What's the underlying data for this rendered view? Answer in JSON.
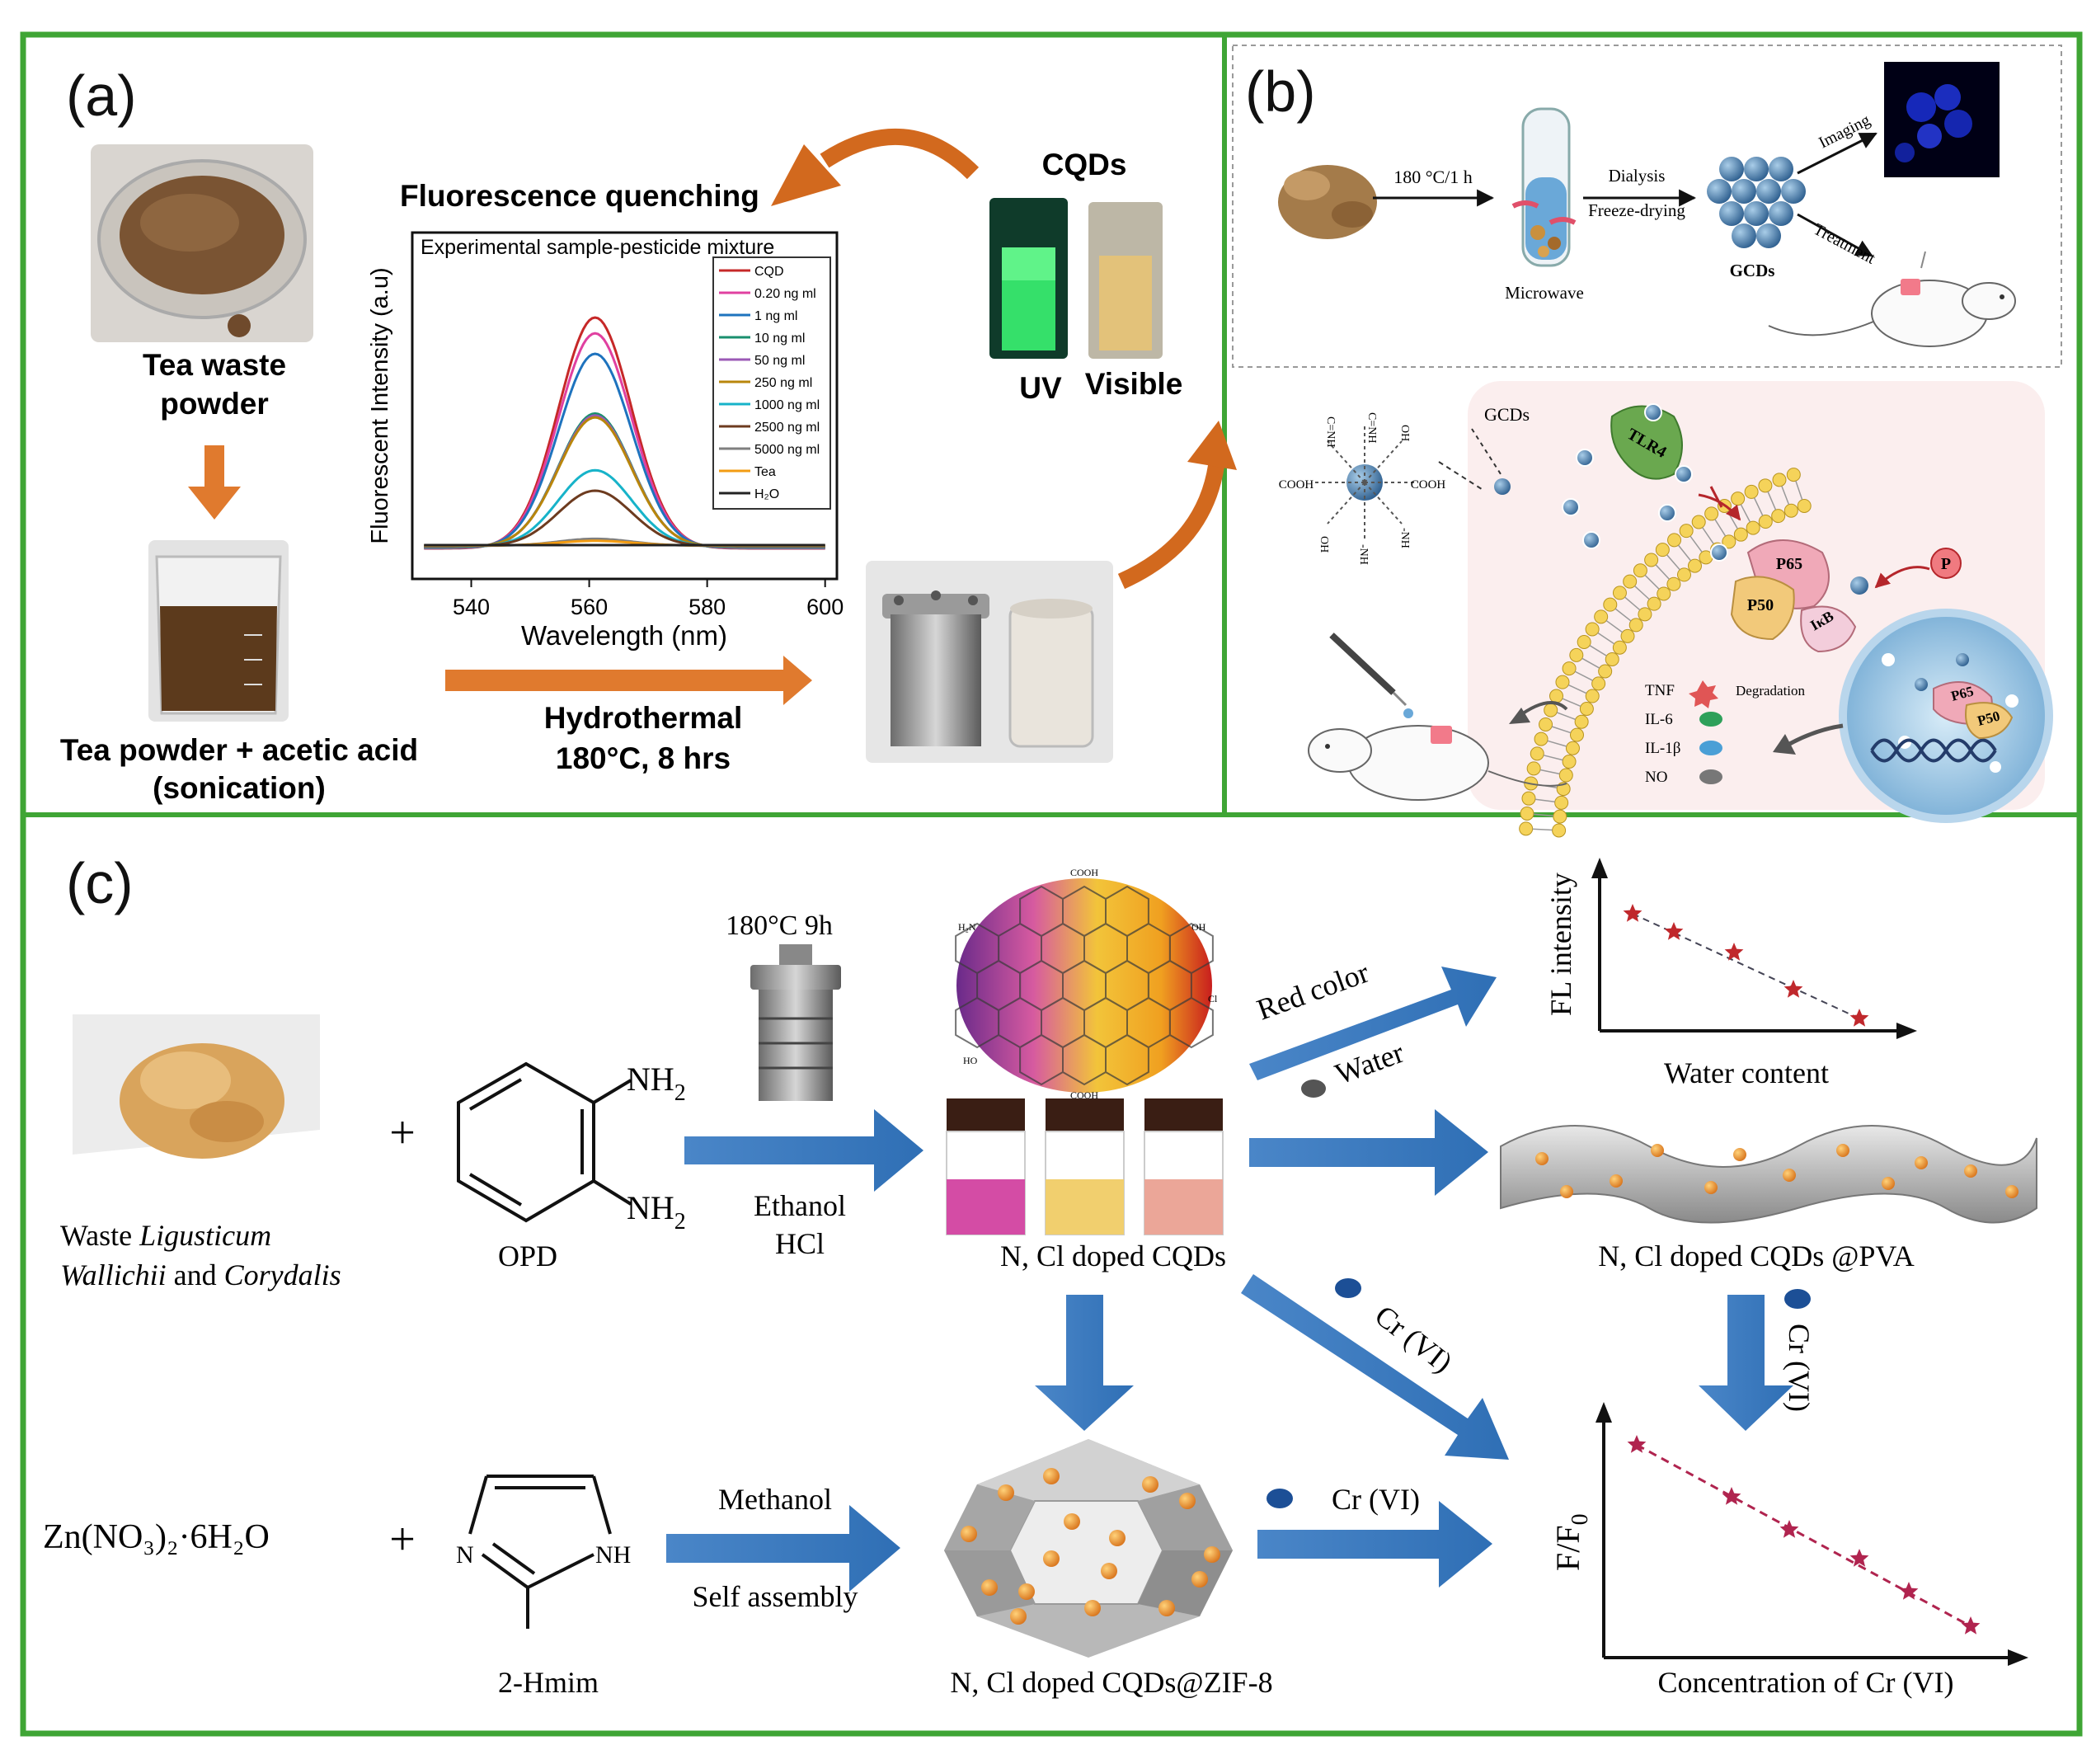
{
  "panel_a": {
    "label": "(a)",
    "tea_waste_line1": "Tea waste",
    "tea_waste_line2": "powder",
    "tea_acid_line1": "Tea powder + acetic acid",
    "tea_acid_line2": "(sonication)",
    "hydro_line1": "Hydrothermal",
    "hydro_line2": "180°C, 8 hrs",
    "cqds_title": "CQDs",
    "uv_label": "UV",
    "visible_label": "Visible",
    "chart_title": "Fluorescence quenching"
  },
  "chart_data": {
    "type": "line",
    "title": "Experimental sample-pesticide mixture",
    "xlabel": "Wavelength (nm)",
    "ylabel": "Fluorescent Intensity (a.u)",
    "xlim": [
      530,
      602
    ],
    "xticks": [
      "540",
      "560",
      "580",
      "600"
    ],
    "legend_placement": "top-right",
    "peak_x": 561,
    "series": [
      {
        "name": "CQD",
        "peak": 1.0,
        "color": "#c62828"
      },
      {
        "name": "0.20 ng ml",
        "peak": 0.93,
        "color": "#e040a0"
      },
      {
        "name": "1 ng ml",
        "peak": 0.84,
        "color": "#1e73be"
      },
      {
        "name": "10 ng ml",
        "peak": 0.58,
        "color": "#1a8f6e"
      },
      {
        "name": "50 ng ml",
        "peak": 0.57,
        "color": "#9b59b6"
      },
      {
        "name": "250 ng ml",
        "peak": 0.56,
        "color": "#b8860b"
      },
      {
        "name": "1000 ng ml",
        "peak": 0.33,
        "color": "#17b3c9"
      },
      {
        "name": "2500 ng ml",
        "peak": 0.24,
        "color": "#6d3b1f"
      },
      {
        "name": "5000 ng ml",
        "peak": 0.03,
        "color": "#7f7f7f"
      },
      {
        "name": "Tea",
        "peak": 0.02,
        "color": "#f39c12"
      },
      {
        "name": "H₂O",
        "peak": 0.0,
        "color": "#222222"
      }
    ]
  },
  "panel_b": {
    "label": "(b)",
    "heat": "180 °C/1 h",
    "dialysis": "Dialysis",
    "freeze": "Freeze-drying",
    "microwave": "Microwave",
    "gcds": "GCDs",
    "imaging": "Imaging",
    "treatment": "Treatment",
    "gcds2": "GCDs",
    "tlr4": "TLR4",
    "p65": "P65",
    "p50": "P50",
    "ikb": "IκB",
    "p": "P",
    "tnf": "TNF",
    "degradation": "Degradation",
    "il6": "IL-6",
    "il1b": "IL-1β",
    "no": "NO",
    "cooh_left": "COOH",
    "cooh_right": "COOH",
    "oh_a": "OH",
    "oh_b": "OH",
    "nh2_a": "C=NH",
    "nh2_b": "C=NH",
    "nh_a": "-NH",
    "nh_b": "-NH"
  },
  "panel_c": {
    "label": "(c)",
    "waste_line1_a": "Waste ",
    "waste_line1_b": "Ligusticum",
    "waste_line2_a": "Wallichii",
    "waste_line2_b": " and ",
    "waste_line2_c": "Corydalis",
    "plus1": "+",
    "opd": "OPD",
    "nh2_top": "NH",
    "nh2_bottom": "NH",
    "sub2": "2",
    "heat": "180°C 9h",
    "ethanol": "Ethanol",
    "hcl": "HCl",
    "ncl_cqds": "N, Cl doped CQDs",
    "red_color": "Red color",
    "water": "Water",
    "fl_intensity": "FL intensity",
    "water_content": "Water content",
    "ncl_pva": "N, Cl doped CQDs @PVA",
    "cr_diag": "Cr (VI)",
    "cr_vertical": "Cr (VI)",
    "zn_salt": "Zn(NO₃)₂·6H₂O",
    "plus2": "+",
    "hmim": "2-Hmim",
    "methanol": "Methanol",
    "self_assembly": "Self assembly",
    "zif8": "N, Cl doped CQDs@ZIF-8",
    "cr_horizontal": "Cr (VI)",
    "ff0": "F/F",
    "ff0_sub": "0",
    "conc_cr": "Concentration of Cr (VI)",
    "n_atom": "N",
    "nh_atom": "NH",
    "cooh_top": "COOH",
    "cooh_bottom": "COOH",
    "oh_r": "OH",
    "h2n_l": "H₂N",
    "ho_l": "HO",
    "cl_r": "Cl"
  }
}
